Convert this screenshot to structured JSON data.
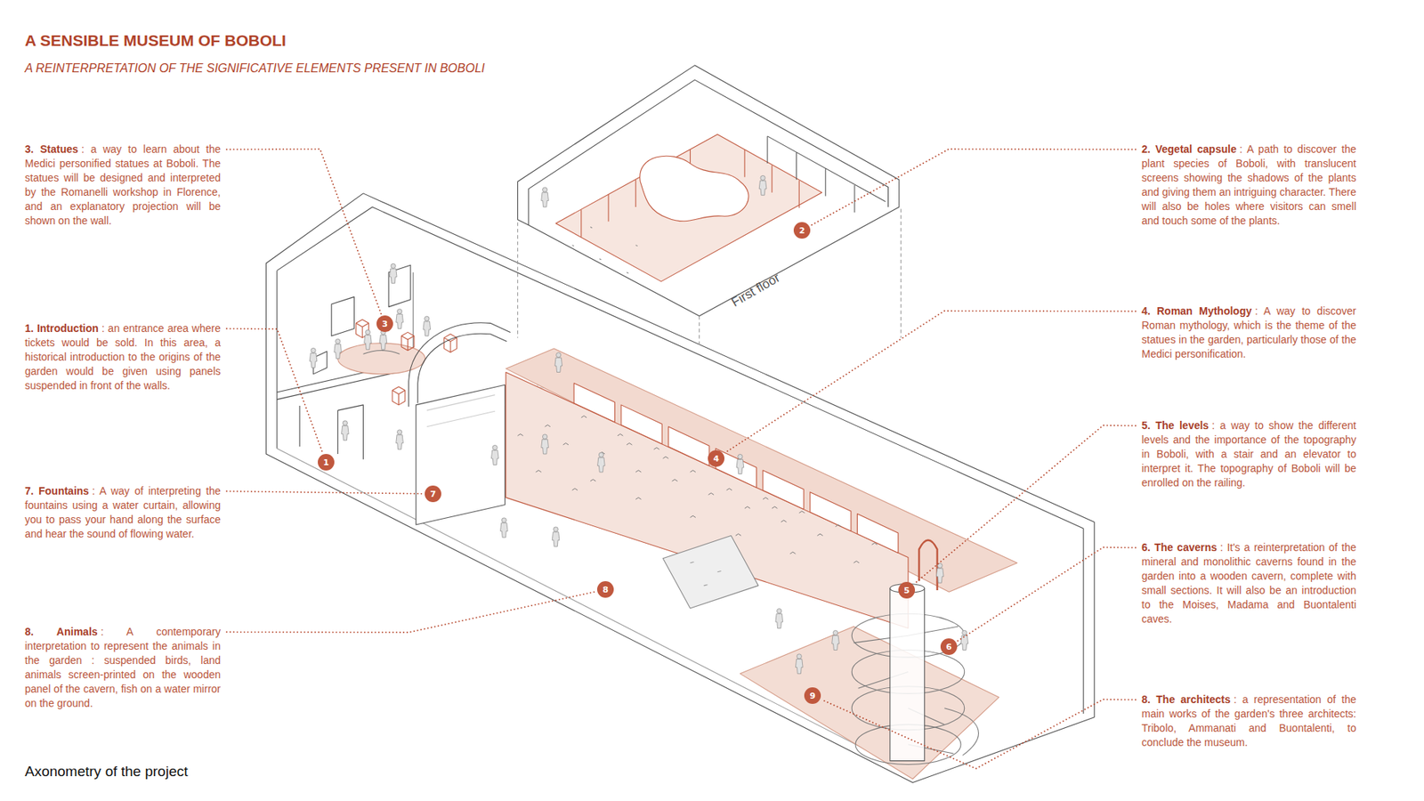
{
  "diagram": {
    "title": "A SENSIBLE MUSEUM OF BOBOLI",
    "caption": "Axonometry of the project",
    "nodes": [
      {
        "text": [
          "3. Statues",
          ": a way to learn about the Medici personified statues at Boboli. The statues will be designed and interpreted by the Romanelli workshop in Florence, and an explanatory projection will be shown on the wall."
        ]
      },
      {
        "text": [
          "1. Introduction",
          ": an entrance area where tickets would be sold. In this area, a historical introduction to the origins of the garden would be given using panels suspended in front of the walls."
        ]
      },
      {
        "text": [
          "7. Fountains",
          ": A way of interpreting the fountains using a water curtain, allowing you to pass your hand along the surface and hear the sound of flowing water."
        ]
      },
      {
        "text": [
          "8. Animals",
          ": A contemporary interpretation to represent the animals in the garden : suspended birds, land animals screen-printed on the wooden panel of the cavern, fish on a water mirror on the ground."
        ]
      },
      {
        "text": [
          "2. Vegetal capsule",
          ": A path to discover the plant species of Boboli, with translucent screens showing the shadows of the plants and giving them an intriguing character. There will also be holes where visitors can smell and touch some of the plants."
        ]
      },
      {
        "text": [
          "4. Roman Mythology",
          ": A way to discover Roman mythology, which is the theme of the statues in the garden, particularly those of the Medici personification."
        ]
      },
      {
        "text": [
          "5. The levels",
          ": a way to show the different levels and the importance of the topography in Boboli, with a stair and an elevator to interpret it. The topography of Boboli will be enrolled on the railing."
        ]
      },
      {
        "text": [
          "6. The caverns",
          ": It's a reinterpretation of the mineral and monolithic caverns found in the garden into a wooden cavern, complete with small sections. It will also be an introduction to the Moises, Madama and Buontalenti caves."
        ]
      },
      {
        "text": [
          "8. The architects",
          ": a representation of the main works of the garden's three architects: Tribolo, Ammanati and Buontalenti, to conclude the museum."
        ]
      },
      {
        "text": [
          "3"
        ]
      },
      {
        "text": [
          "1"
        ]
      },
      {
        "text": [
          "7"
        ]
      },
      {
        "text": [
          "8"
        ]
      },
      {
        "text": [
          "2"
        ]
      },
      {
        "text": [
          "4"
        ]
      },
      {
        "text": [
          "5"
        ]
      },
      {
        "text": [
          "6"
        ]
      },
      {
        "text": [
          "9"
        ]
      }
    ],
    "edges": [
      {
        "from": 0,
        "to": 9,
        "arrow": "none"
      },
      {
        "from": 1,
        "to": 10,
        "arrow": "none"
      },
      {
        "from": 2,
        "to": 11,
        "arrow": "none"
      },
      {
        "from": 3,
        "to": 12,
        "arrow": "none"
      },
      {
        "from": 4,
        "to": 13,
        "arrow": "none"
      },
      {
        "from": 5,
        "to": 14,
        "arrow": "none"
      },
      {
        "from": 6,
        "to": 15,
        "arrow": "none"
      },
      {
        "from": 7,
        "to": 16,
        "arrow": "none"
      },
      {
        "from": 8,
        "to": 17,
        "arrow": "none"
      }
    ],
    "labels": [
      "A REINTERPRETATION OF THE SIGNIFICATIVE ELEMENTS PRESENT IN BOBOLI",
      "First floor"
    ]
  }
}
